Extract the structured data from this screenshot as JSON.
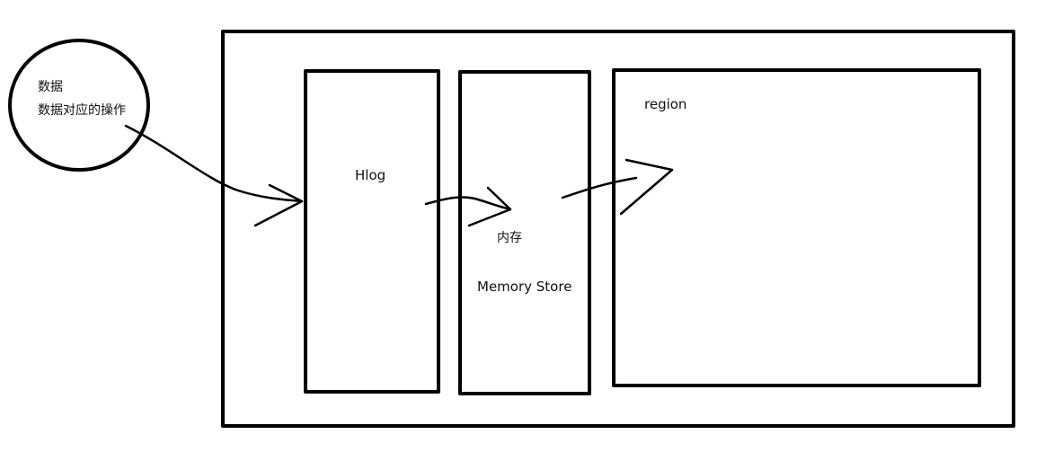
{
  "labels": {
    "data": "数据",
    "data_ops": "数据对应的操作",
    "hlog": "Hlog",
    "memory_cn": "内存",
    "memory_store": "Memory Store",
    "region": "region"
  },
  "colors": {
    "stroke": "#000000",
    "background": "#ffffff",
    "text": "#111111"
  }
}
